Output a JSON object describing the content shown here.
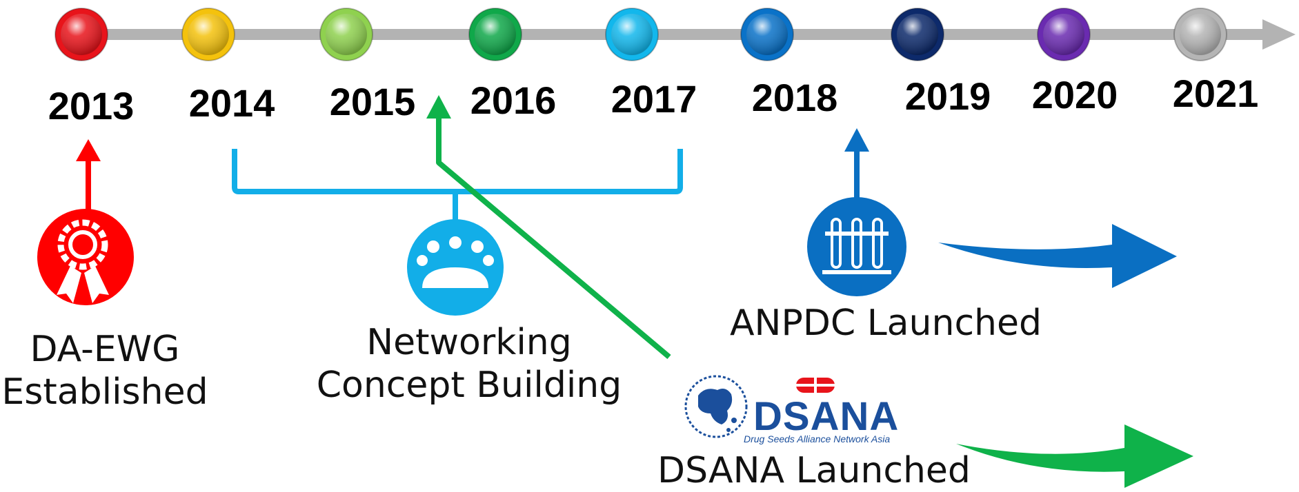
{
  "timeline": {
    "years": [
      "2013",
      "2014",
      "2015",
      "2016",
      "2017",
      "2018",
      "2019",
      "2020",
      "2021"
    ],
    "dot_colors": [
      "#e8141b",
      "#f4c20d",
      "#8fd14f",
      "#10a84a",
      "#12b7ec",
      "#0a72c8",
      "#0d2a6b",
      "#6a2bb0",
      "#b5b5b5"
    ]
  },
  "events": {
    "daewg": {
      "label_line1": "DA-EWG",
      "label_line2": "Established",
      "color": "#ff0000",
      "icon": "award-ribbon-icon"
    },
    "networking": {
      "label_line1": "Networking",
      "label_line2": "Concept Building",
      "color": "#12aee8",
      "icon": "meeting-group-icon"
    },
    "anpdc": {
      "label": "ANPDC Launched",
      "color": "#0a6fc2",
      "icon": "test-tubes-icon"
    },
    "dsana": {
      "label": "DSANA Launched",
      "color": "#0fb24a",
      "logo_text": "DSANA",
      "logo_subtitle": "Drug Seeds Alliance Network Asia",
      "icon": "globe-asia-icon"
    }
  }
}
